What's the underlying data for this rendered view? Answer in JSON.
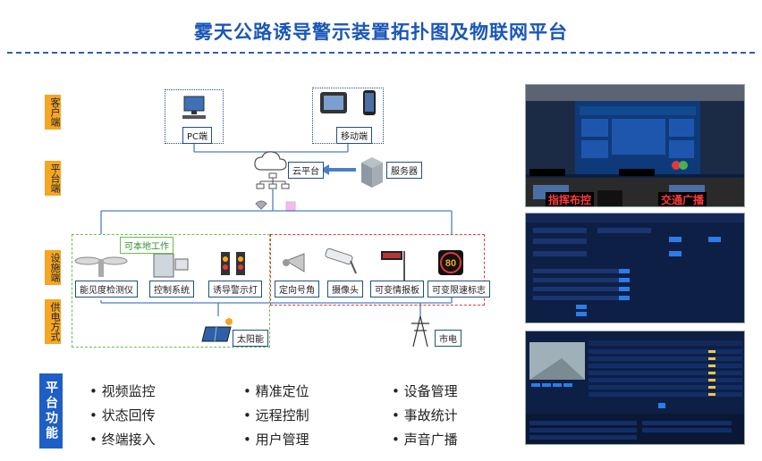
{
  "title": "雾天公路诱导警示装置拓扑图及物联网平台",
  "tiers": [
    {
      "label": "客户端"
    },
    {
      "label": "平台端"
    },
    {
      "label": "设施端"
    },
    {
      "label": "供电方式"
    }
  ],
  "client": {
    "pc": "PC端",
    "mobile": "移动端"
  },
  "platform": {
    "cloud": "云平台",
    "server": "服务器"
  },
  "facility": {
    "local_mode": "可本地工作",
    "devices": [
      "能见度检测仪",
      "控制系统",
      "诱导警示灯",
      "定向号角",
      "摄像头",
      "可变情报板",
      "可变限速标志"
    ],
    "speed_sign_value": "80"
  },
  "power": {
    "solar": "太阳能",
    "grid": "市电"
  },
  "functions": {
    "label": "平台功能",
    "items": [
      "视频监控",
      "精准定位",
      "设备管理",
      "状态回传",
      "远程控制",
      "事故统计",
      "终端接入",
      "用户管理",
      "声音广播"
    ]
  },
  "screens": {
    "control_room_signs": [
      "指挥布控",
      "交通广播"
    ]
  },
  "colors": {
    "accent": "#1a56b8",
    "tag": "#f5a623",
    "green": "#6abf4b",
    "red": "#e23a3a"
  }
}
